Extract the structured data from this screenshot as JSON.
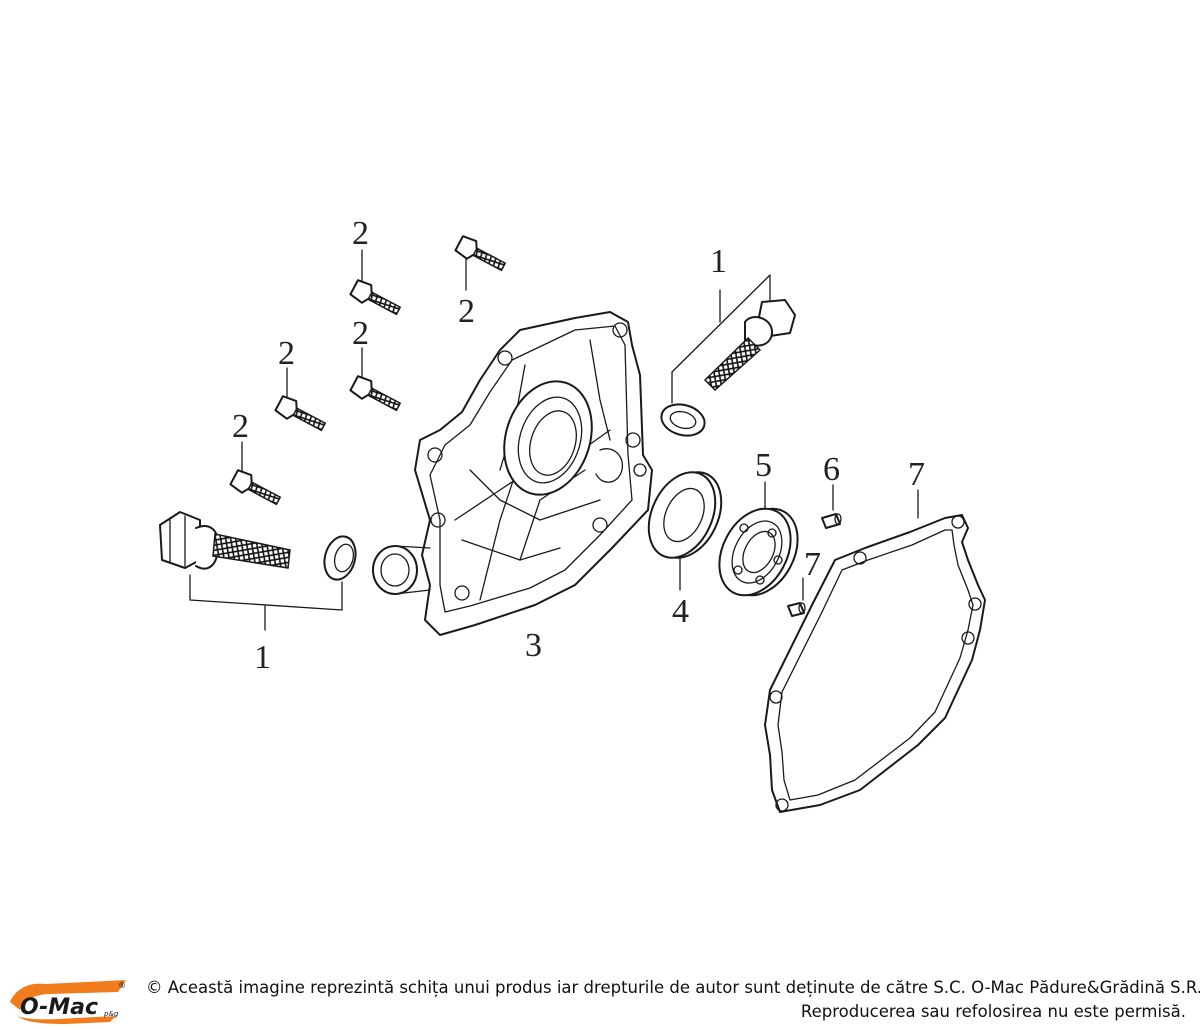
{
  "diagram": {
    "callouts": {
      "c1_left": "1",
      "c1_right": "1",
      "c2_a": "2",
      "c2_b": "2",
      "c2_c": "2",
      "c2_d": "2",
      "c2_e": "2",
      "c3": "3",
      "c4": "4",
      "c5": "5",
      "c6": "6",
      "c7_pin": "7",
      "c7_gasket": "7"
    }
  },
  "footer": {
    "logo_text": "O-Mac",
    "logo_sub": "p&g",
    "logo_mark": "®",
    "copyright_line1": "© Această imagine reprezintă schița unui produs iar drepturile de autor sunt deținute de către S.C. O-Mac Pădure&Grădină S.R.L.",
    "copyright_line2": "Reproducerea sau refolosirea nu este permisă.",
    "colors": {
      "logo_orange": "#f07c1e",
      "logo_dark": "#1a1a1a"
    }
  }
}
